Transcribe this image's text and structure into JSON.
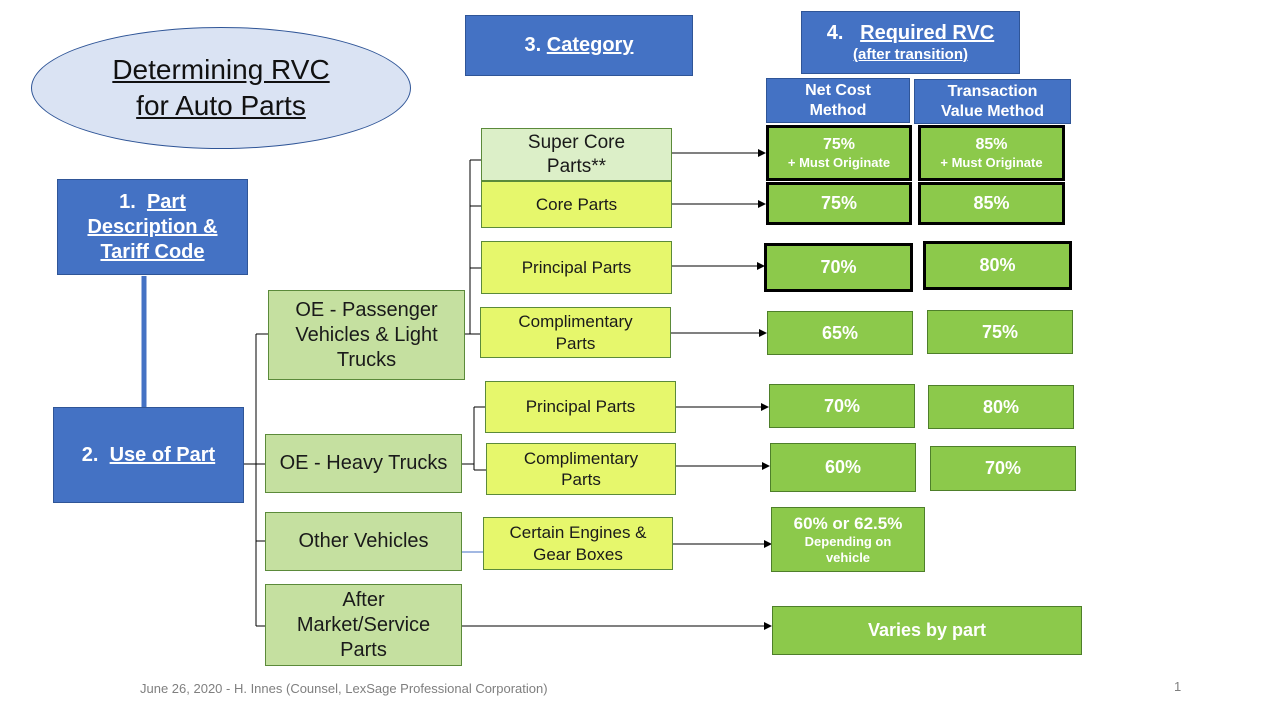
{
  "title": {
    "line1": "Determining RVC",
    "line2": "for Auto Parts"
  },
  "step1": {
    "num": "1.",
    "line1": "Part",
    "line2": "Description &",
    "line3": "Tariff Code"
  },
  "step2": {
    "num": "2.",
    "label": "Use of Part"
  },
  "step3": {
    "num": "3.",
    "label": "Category"
  },
  "step4": {
    "num": "4.",
    "label": "Required RVC",
    "sub": "(after transition)"
  },
  "methods": {
    "net_cost": {
      "line1": "Net Cost",
      "line2": "Method"
    },
    "transaction": {
      "line1": "Transaction",
      "line2": "Value Method"
    }
  },
  "uses": {
    "oe_passenger": {
      "line1": "OE - Passenger",
      "line2": "Vehicles & Light",
      "line3": "Trucks"
    },
    "oe_heavy": "OE - Heavy Trucks",
    "other": "Other Vehicles",
    "after_market": {
      "line1": "After",
      "line2": "Market/Service",
      "line3": "Parts"
    }
  },
  "categories": {
    "super_core": {
      "line1": "Super Core",
      "line2": "Parts**"
    },
    "core": "Core Parts",
    "principal_pv": "Principal Parts",
    "complimentary_pv": {
      "line1": "Complimentary",
      "line2": "Parts"
    },
    "principal_ht": "Principal Parts",
    "complimentary_ht": {
      "line1": "Complimentary",
      "line2": "Parts"
    },
    "engines": {
      "line1": "Certain Engines &",
      "line2": "Gear Boxes"
    }
  },
  "rvc": {
    "super_core_nc": {
      "value": "75%",
      "note": "+ Must Originate"
    },
    "super_core_tv": {
      "value": "85%",
      "note": "+ Must Originate"
    },
    "core_nc": "75%",
    "core_tv": "85%",
    "principal_pv_nc": "70%",
    "principal_pv_tv": "80%",
    "complimentary_pv_nc": "65%",
    "complimentary_pv_tv": "75%",
    "principal_ht_nc": "70%",
    "principal_ht_tv": "80%",
    "complimentary_ht_nc": "60%",
    "complimentary_ht_tv": "70%",
    "engines": {
      "value": "60% or 62.5%",
      "note1": "Depending on",
      "note2": "vehicle"
    },
    "after_market": "Varies by part"
  },
  "footer": "June 26, 2020 - H. Innes (Counsel, LexSage Professional Corporation)",
  "page_number": "1",
  "colors": {
    "blue": "#4472c4",
    "light_green": "#c5e0a0",
    "yellow": "#e6f76c",
    "green": "#8cc94b"
  }
}
